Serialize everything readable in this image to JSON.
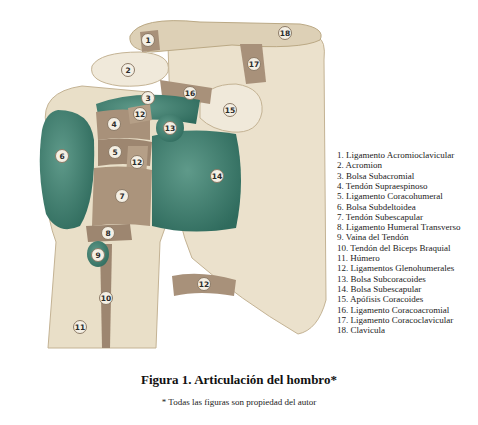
{
  "diagram": {
    "title": "Figura 1. Articulación del hombro*",
    "caption": "* Todas las figuras son propiedad del autor",
    "labels": [
      "18",
      "1",
      "17",
      "2",
      "16",
      "3",
      "12",
      "4",
      "13",
      "15",
      "5",
      "6",
      "12",
      "14",
      "7",
      "8",
      "9",
      "12",
      "10",
      "11",
      "1. Ligamento Acromioclavicular",
      "2. Acromion",
      "3. Bolsa Subacromial",
      "4. Tendón Supraespinoso",
      "5. Ligamento Coracohumeral",
      "6. Bolsa Subdeltoidea",
      "7. Tendón Subescapular",
      "8. Ligamento Humeral Transverso",
      "9. Vaina del Tendón",
      "10. Tendón del Biceps Braquial",
      "11. Húmero",
      "12. Ligamentos Glenohumerales",
      "13. Bolsa Subcoracoides",
      "14. Bolsa Subescapular",
      "15. Apófisis Coracoides",
      "16. Ligamento Coracoacromial",
      "17. Ligamento Coracoclavicular",
      "18. Clavicula"
    ]
  }
}
